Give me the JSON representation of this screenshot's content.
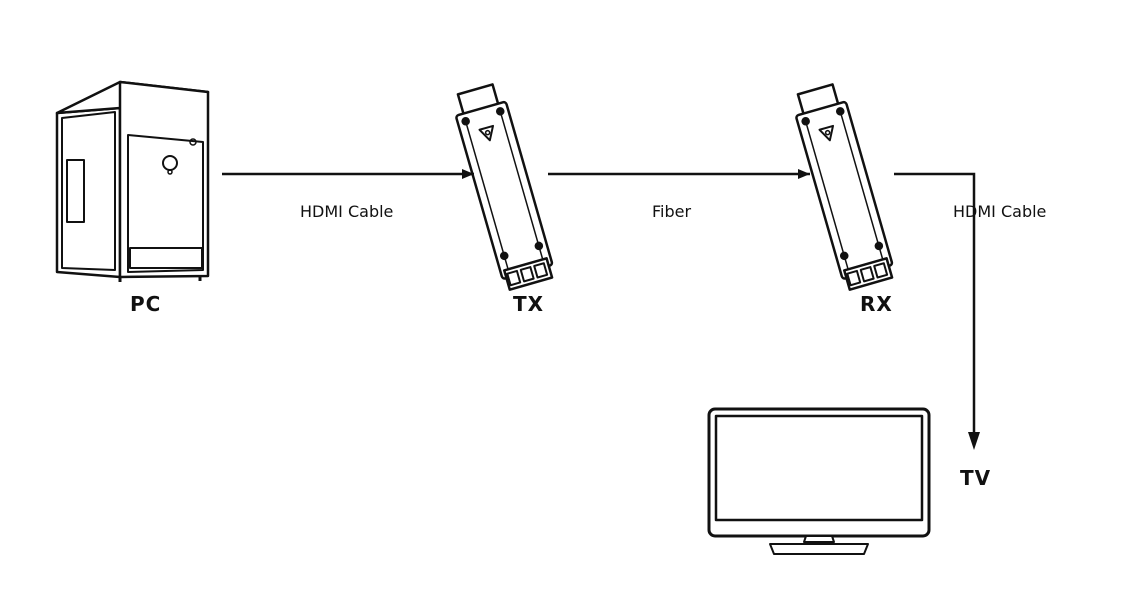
{
  "devices": {
    "pc": "PC",
    "tx": "TX",
    "rx": "RX",
    "tv": "TV"
  },
  "links": {
    "pc_tx": "HDMI Cable",
    "tx_rx": "Fiber",
    "rx_tv": "HDMI Cable"
  },
  "colors": {
    "stroke": "#111111",
    "background": "#ffffff"
  }
}
